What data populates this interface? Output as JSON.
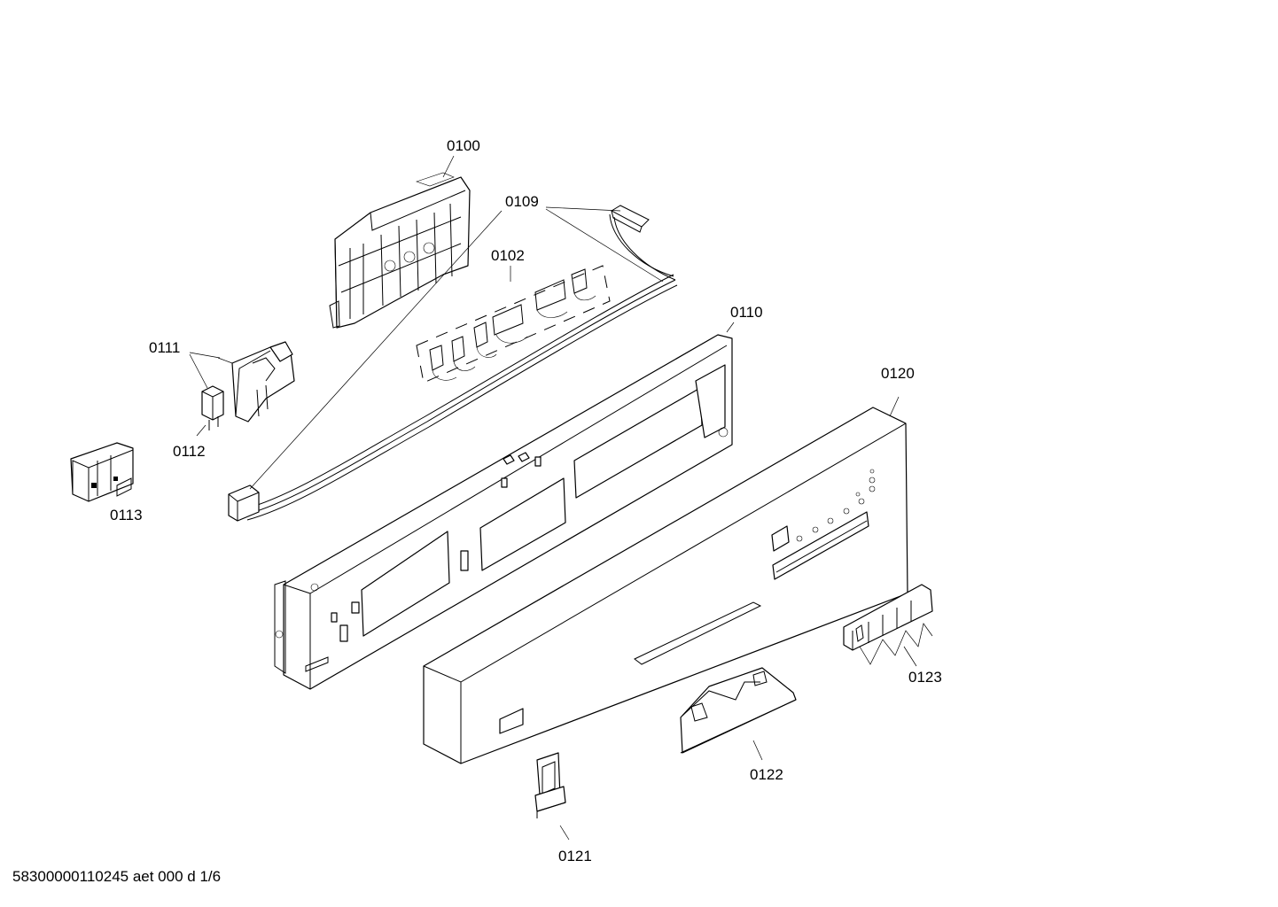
{
  "drawing": {
    "parts": [
      {
        "number": "0100"
      },
      {
        "number": "0109"
      },
      {
        "number": "0102"
      },
      {
        "number": "0110"
      },
      {
        "number": "0111"
      },
      {
        "number": "0112"
      },
      {
        "number": "0113"
      },
      {
        "number": "0120"
      },
      {
        "number": "0121"
      },
      {
        "number": "0122"
      },
      {
        "number": "0123"
      }
    ],
    "footer": "58300000110245 aet 000 d 1/6"
  }
}
